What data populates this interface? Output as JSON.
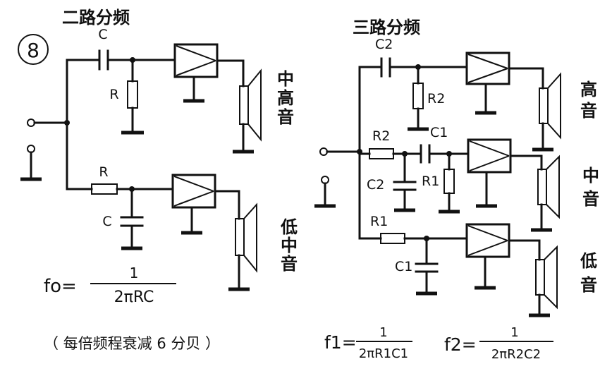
{
  "figure_number": "8",
  "left": {
    "title": "二路分频",
    "cap_top": "C",
    "res_top": "R",
    "res_low": "R",
    "cap_low": "C",
    "speaker_top": [
      "中",
      "高",
      "音"
    ],
    "speaker_low": [
      "低",
      "中",
      "音"
    ],
    "formula_lhs": "fo=",
    "formula_num": "1",
    "formula_den": "2πRC"
  },
  "right": {
    "title": "三路分频",
    "cap_top": "C2",
    "res_top": "R2",
    "mid_res": "R2",
    "mid_cap": "C1",
    "mid_cap2": "C2",
    "mid_res2": "R1",
    "low_res": "R1",
    "low_cap": "C1",
    "speaker_high": [
      "高",
      "音"
    ],
    "speaker_mid": [
      "中",
      "音"
    ],
    "speaker_low": [
      "低",
      "音"
    ]
  },
  "footer": {
    "note": "（ 每倍频程衰减 6 分贝 ）",
    "f1_lhs": "f1=",
    "f1_num": "1",
    "f1_den": "2πR1C1",
    "f2_lhs": "f2=",
    "f2_num": "1",
    "f2_den": "2πR2C2"
  }
}
